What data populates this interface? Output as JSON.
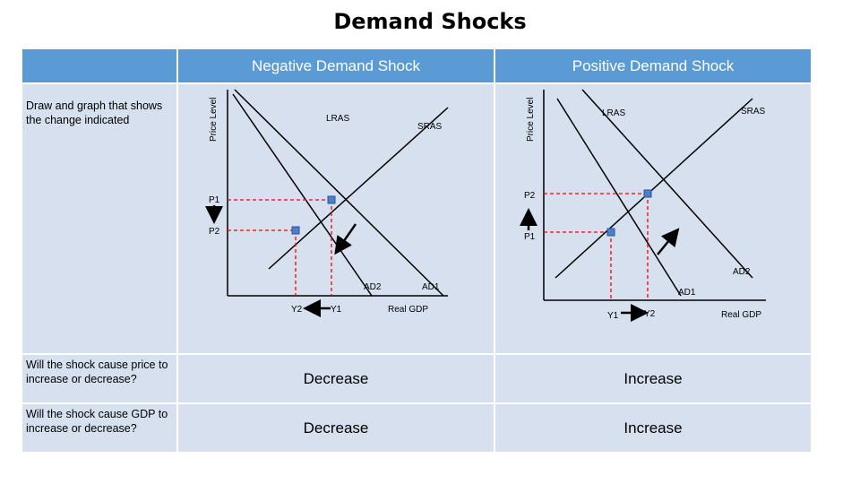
{
  "title": "Demand Shocks",
  "header": {
    "negative": "Negative Demand Shock",
    "positive": "Positive Demand Shock"
  },
  "rows": {
    "graph_prompt": "Draw and graph that shows the change indicated",
    "price_question": "Will the shock cause price to increase or decrease?",
    "gdp_question": "Will the shock cause GDP to increase or decrease?"
  },
  "answers": {
    "negative_price": "Decrease",
    "negative_gdp": "Decrease",
    "positive_price": "Increase",
    "positive_gdp": "Increase"
  },
  "negative_graph": {
    "y_axis_label": "Price Level",
    "x_axis_label": "Real GDP",
    "lras": "LRAS",
    "sras": "SRAS",
    "ad1": "AD1",
    "ad2": "AD2",
    "p1": "P1",
    "p2": "P2",
    "y1": "Y1",
    "y2": "Y2"
  },
  "positive_graph": {
    "y_axis_label": "Price Level",
    "x_axis_label": "Real GDP",
    "lras": "LRAS",
    "sras": "SRAS",
    "ad1": "AD1",
    "ad2": "AD2",
    "p1": "P1",
    "p2": "P2",
    "y1": "Y1",
    "y2": "Y2"
  },
  "colors": {
    "header_blue": "#5b9bd5",
    "cell_light": "#d6e0ef",
    "dashed_red": "#ff0000",
    "point_blue": "#4a7fc9"
  }
}
